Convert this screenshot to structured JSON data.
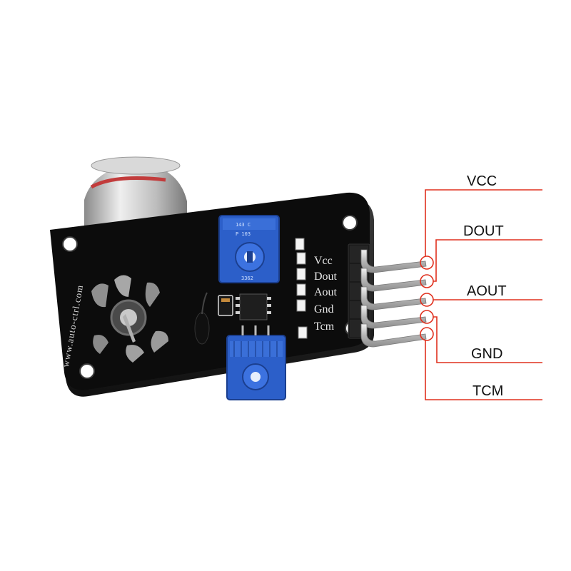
{
  "board": {
    "url_text": "www.auto-ctrl.com",
    "pot_top_markings": [
      "143 C",
      "P 103"
    ],
    "pot_top_code": "3362",
    "silkscreen": [
      "Vcc",
      "Dout",
      "Aout",
      "Gnd",
      "Tcm"
    ]
  },
  "pins": [
    {
      "label": "VCC"
    },
    {
      "label": "DOUT"
    },
    {
      "label": "AOUT"
    },
    {
      "label": "GND"
    },
    {
      "label": "TCM"
    }
  ],
  "colors": {
    "pcb": "#0c0c0c",
    "potentiometer": "#2c5fc9",
    "callout_line": "#e0301e",
    "pin_metal": "#c9c9c9"
  }
}
